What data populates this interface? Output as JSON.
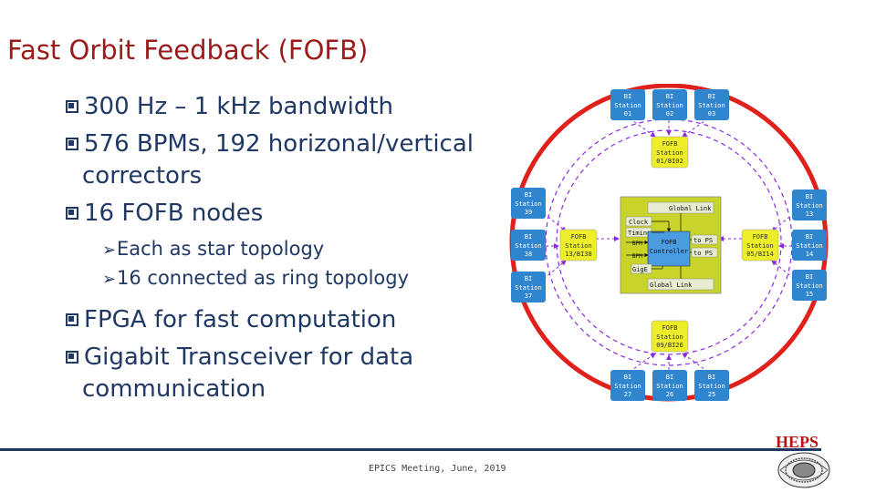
{
  "title": "Fast Orbit Feedback (FOFB)",
  "bullets": [
    {
      "line1": "300 Hz – 1 kHz bandwidth"
    },
    {
      "line1": "576 BPMs, 192 horizonal/vertical",
      "line2": "correctors"
    },
    {
      "line1": "16 FOFB nodes"
    }
  ],
  "sub_bullets": [
    "Each as star topology",
    "16 connected as ring topology"
  ],
  "bullets2": [
    {
      "line1": "FPGA for fast computation"
    },
    {
      "line1": "Gigabit Transceiver for data",
      "line2": "communication"
    }
  ],
  "footer": "EPICS Meeting,  June, 2019",
  "logo": "HEPS",
  "diagram": {
    "bi_top": [
      {
        "l1": "BI",
        "l2": "Station",
        "l3": "01"
      },
      {
        "l1": "BI",
        "l2": "Station",
        "l3": "02"
      },
      {
        "l1": "BI",
        "l2": "Station",
        "l3": "03"
      }
    ],
    "bi_bottom": [
      {
        "l1": "BI",
        "l2": "Station",
        "l3": "27"
      },
      {
        "l1": "BI",
        "l2": "Station",
        "l3": "26"
      },
      {
        "l1": "BI",
        "l2": "Station",
        "l3": "25"
      }
    ],
    "bi_left": [
      {
        "l1": "BI",
        "l2": "Station",
        "l3": "39"
      },
      {
        "l1": "BI",
        "l2": "Station",
        "l3": "38"
      },
      {
        "l1": "BI",
        "l2": "Station",
        "l3": "37"
      }
    ],
    "bi_right": [
      {
        "l1": "BI",
        "l2": "Station",
        "l3": "13"
      },
      {
        "l1": "BI",
        "l2": "Station",
        "l3": "14"
      },
      {
        "l1": "BI",
        "l2": "Station",
        "l3": "15"
      }
    ],
    "fofb_top": {
      "l1": "FOFB",
      "l2": "Station",
      "l3": "01/BI02"
    },
    "fofb_bottom": {
      "l1": "FOFB",
      "l2": "Station",
      "l3": "09/BI26"
    },
    "fofb_left": {
      "l1": "FOFB",
      "l2": "Station",
      "l3": "13/BI38"
    },
    "fofb_right": {
      "l1": "FOFB",
      "l2": "Station",
      "l3": "05/BI14"
    },
    "center": {
      "global_link_top": "Global Link",
      "global_link_bottom": "Global Link",
      "clock": "Clock",
      "timing": "Timing",
      "bpm1": "BPM",
      "bpm2": "BPM",
      "ctrl1": "FOFB",
      "ctrl2": "Controller",
      "to_ps1": "to PS",
      "to_ps2": "to PS",
      "gige": "GigE"
    },
    "colors": {
      "ring": "#e0201b",
      "node_fill": "#2f86cf",
      "fofb_fill": "#eded2a",
      "dash": "#8a2be2",
      "center_fill": "#c8d42a",
      "ctrl_fill": "#4a9be0"
    }
  }
}
